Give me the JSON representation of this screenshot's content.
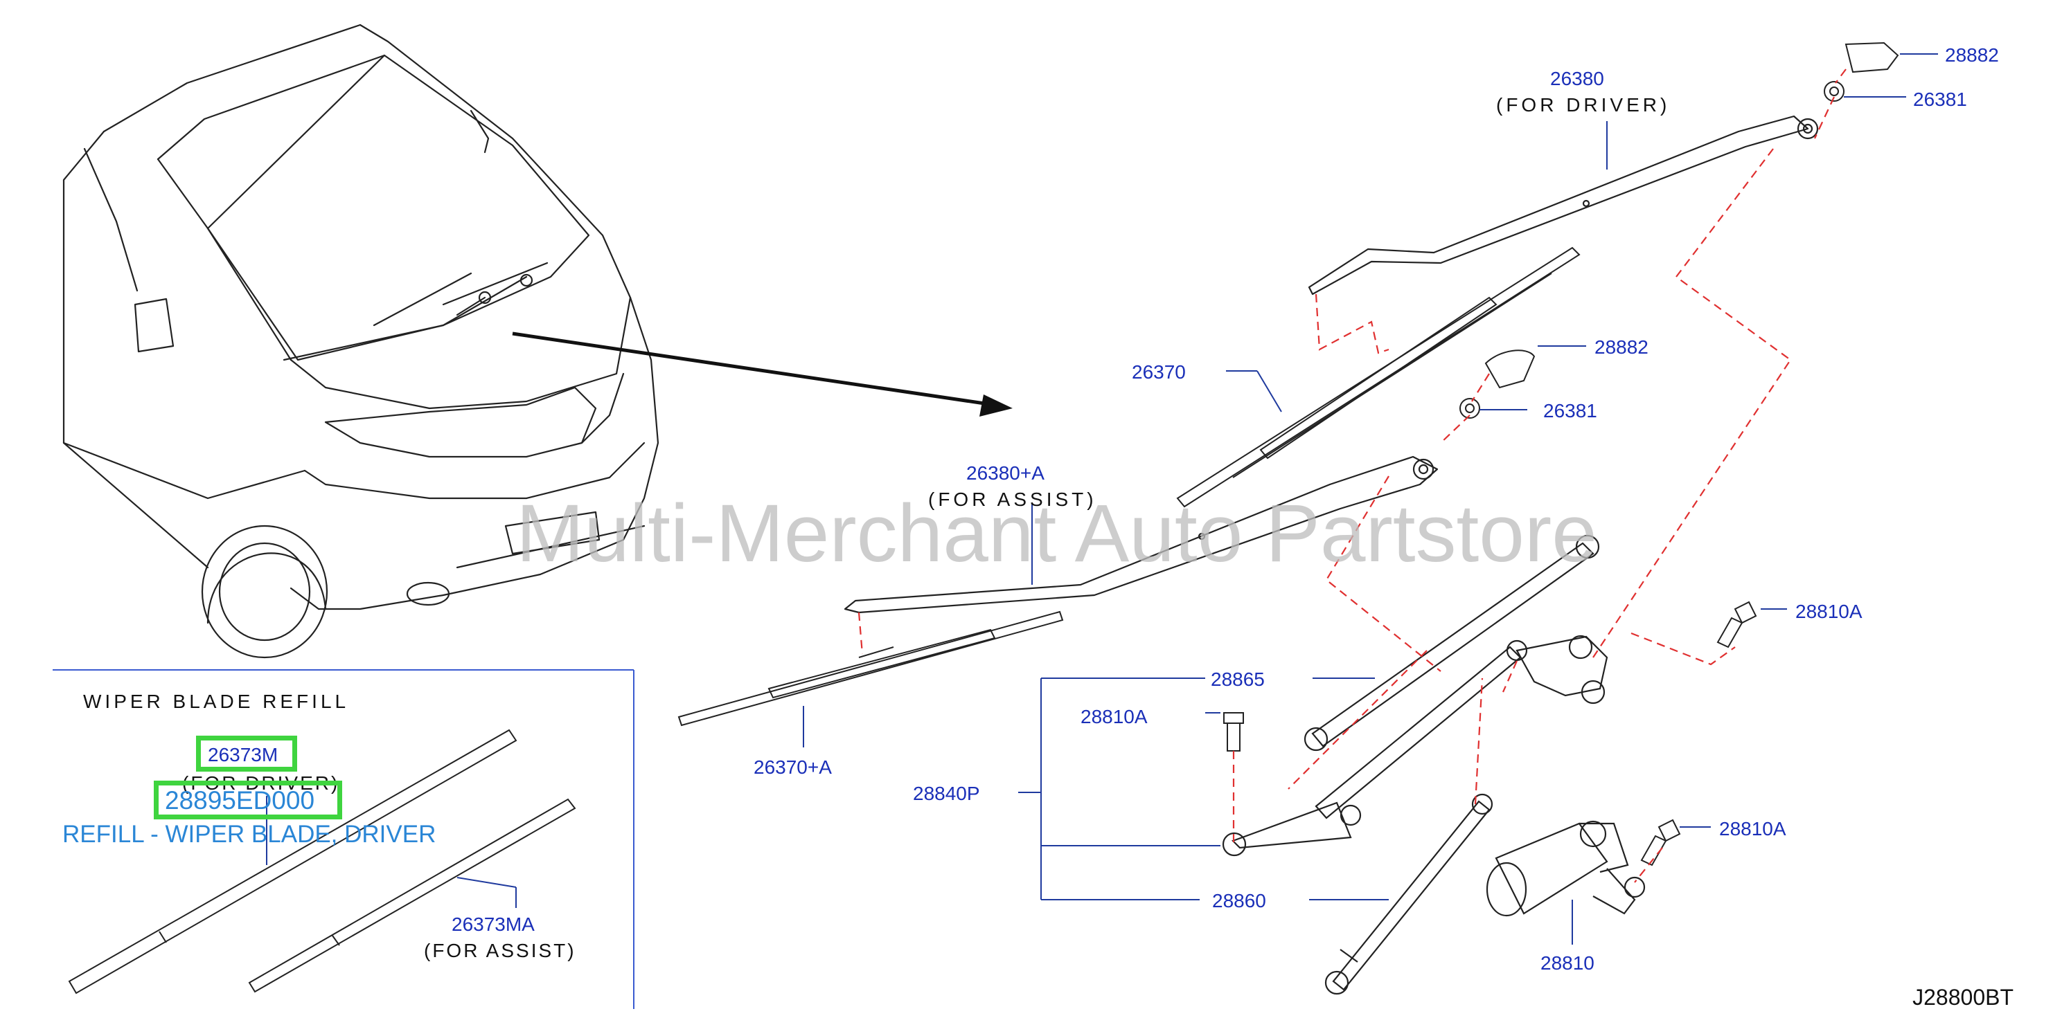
{
  "diagram_code": "J28800BT",
  "watermark": "Multi-Merchant Auto Partstore",
  "inset": {
    "title": "WIPER BLADE REFILL",
    "driver_refill_label": "26373M",
    "driver_refill_note": "(FOR DRIVER)",
    "highlighted_part_number": "28895ED000",
    "highlighted_part_description": "REFILL - WIPER BLADE, DRIVER",
    "assist_refill_label": "26373MA",
    "assist_refill_note": "(FOR ASSIST)"
  },
  "callouts": {
    "arm_driver": "26380",
    "arm_driver_note": "(FOR DRIVER)",
    "cap_top": "28882",
    "nut_top": "26381",
    "blade_driver": "26370",
    "cap_mid": "28882",
    "nut_mid": "26381",
    "arm_assist": "26380+A",
    "arm_assist_note": "(FOR ASSIST)",
    "blade_assist": "26370+A",
    "bolt_right": "28810A",
    "link_upper": "28865",
    "bolt_left": "28810A",
    "linkage_assy": "28840P",
    "bolt_motor": "28810A",
    "link_lower": "28860",
    "motor": "28810"
  },
  "colors": {
    "label_blue": "#1a2fb8",
    "leader_line": "#1f3a9e",
    "dashed_red": "#e03030",
    "highlight_green": "#3fd43f",
    "description_blue": "#2a86d6",
    "watermark_grey": "#bdbdbd"
  }
}
